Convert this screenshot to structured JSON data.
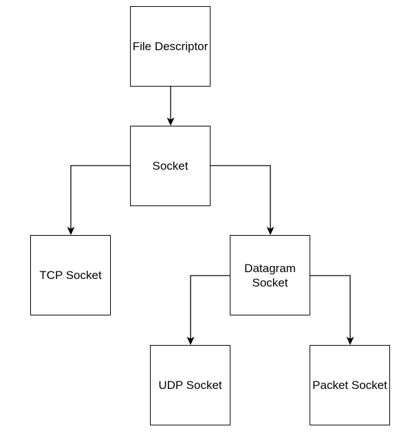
{
  "nodes": {
    "file_descriptor": "File Descriptor",
    "socket": "Socket",
    "tcp_socket": "TCP Socket",
    "datagram_socket": "Datagram Socket",
    "udp_socket": "UDP Socket",
    "packet_socket": "Packet Socket"
  },
  "edges": [
    {
      "from": "File Descriptor",
      "to": "Socket"
    },
    {
      "from": "Socket",
      "to": "TCP Socket"
    },
    {
      "from": "Socket",
      "to": "Datagram Socket"
    },
    {
      "from": "Datagram Socket",
      "to": "UDP Socket"
    },
    {
      "from": "Datagram Socket",
      "to": "Packet Socket"
    }
  ],
  "colors": {
    "stroke": "#000000",
    "fill": "#ffffff"
  }
}
